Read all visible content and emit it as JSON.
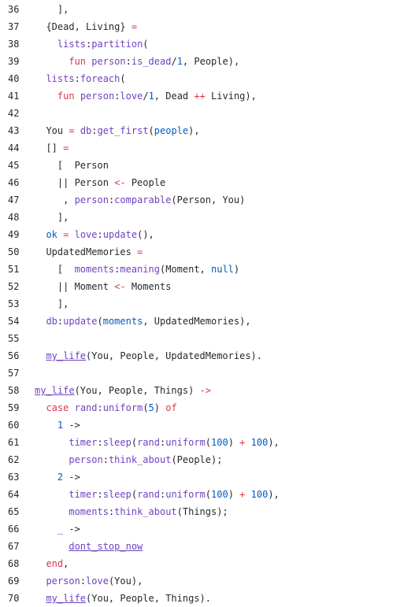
{
  "editor": {
    "lines": [
      {
        "n": "36",
        "t": [
          [
            "p",
            "    ],"
          ]
        ]
      },
      {
        "n": "37",
        "t": [
          [
            "p",
            "  {Dead, Living} "
          ],
          [
            "k",
            "="
          ]
        ]
      },
      {
        "n": "38",
        "t": [
          [
            "p",
            "    "
          ],
          [
            "f",
            "lists"
          ],
          [
            "p",
            ":"
          ],
          [
            "f",
            "partition"
          ],
          [
            "p",
            "("
          ]
        ]
      },
      {
        "n": "39",
        "t": [
          [
            "p",
            "      "
          ],
          [
            "k",
            "fun"
          ],
          [
            "p",
            " "
          ],
          [
            "f",
            "person"
          ],
          [
            "p",
            ":"
          ],
          [
            "f",
            "is_dead"
          ],
          [
            "p",
            "/"
          ],
          [
            "n",
            "1"
          ],
          [
            "p",
            ", People),"
          ]
        ]
      },
      {
        "n": "40",
        "t": [
          [
            "p",
            "  "
          ],
          [
            "f",
            "lists"
          ],
          [
            "p",
            ":"
          ],
          [
            "f",
            "foreach"
          ],
          [
            "p",
            "("
          ]
        ]
      },
      {
        "n": "41",
        "t": [
          [
            "p",
            "    "
          ],
          [
            "k",
            "fun"
          ],
          [
            "p",
            " "
          ],
          [
            "f",
            "person"
          ],
          [
            "p",
            ":"
          ],
          [
            "f",
            "love"
          ],
          [
            "p",
            "/"
          ],
          [
            "n",
            "1"
          ],
          [
            "p",
            ", Dead "
          ],
          [
            "k",
            "++"
          ],
          [
            "p",
            " Living),"
          ]
        ]
      },
      {
        "n": "42",
        "t": []
      },
      {
        "n": "43",
        "t": [
          [
            "p",
            "  You "
          ],
          [
            "k",
            "="
          ],
          [
            "p",
            " "
          ],
          [
            "f",
            "db"
          ],
          [
            "p",
            ":"
          ],
          [
            "f",
            "get_first"
          ],
          [
            "p",
            "("
          ],
          [
            "v",
            "people"
          ],
          [
            "p",
            "),"
          ]
        ]
      },
      {
        "n": "44",
        "t": [
          [
            "p",
            "  [] "
          ],
          [
            "k",
            "="
          ]
        ]
      },
      {
        "n": "45",
        "t": [
          [
            "p",
            "    [  Person"
          ]
        ]
      },
      {
        "n": "46",
        "t": [
          [
            "p",
            "    || Person "
          ],
          [
            "k",
            "<-"
          ],
          [
            "p",
            " People"
          ]
        ]
      },
      {
        "n": "47",
        "t": [
          [
            "p",
            "     , "
          ],
          [
            "f",
            "person"
          ],
          [
            "p",
            ":"
          ],
          [
            "f",
            "comparable"
          ],
          [
            "p",
            "(Person, You)"
          ]
        ]
      },
      {
        "n": "48",
        "t": [
          [
            "p",
            "    ],"
          ]
        ]
      },
      {
        "n": "49",
        "t": [
          [
            "p",
            "  "
          ],
          [
            "v",
            "ok"
          ],
          [
            "p",
            " "
          ],
          [
            "k",
            "="
          ],
          [
            "p",
            " "
          ],
          [
            "f",
            "love"
          ],
          [
            "p",
            ":"
          ],
          [
            "f",
            "update"
          ],
          [
            "p",
            "(),"
          ]
        ]
      },
      {
        "n": "50",
        "t": [
          [
            "p",
            "  UpdatedMemories "
          ],
          [
            "k",
            "="
          ]
        ]
      },
      {
        "n": "51",
        "t": [
          [
            "p",
            "    [  "
          ],
          [
            "f",
            "moments"
          ],
          [
            "p",
            ":"
          ],
          [
            "f",
            "meaning"
          ],
          [
            "p",
            "(Moment, "
          ],
          [
            "v",
            "null"
          ],
          [
            "p",
            ")"
          ]
        ]
      },
      {
        "n": "52",
        "t": [
          [
            "p",
            "    || Moment "
          ],
          [
            "k",
            "<-"
          ],
          [
            "p",
            " Moments"
          ]
        ]
      },
      {
        "n": "53",
        "t": [
          [
            "p",
            "    ],"
          ]
        ]
      },
      {
        "n": "54",
        "t": [
          [
            "p",
            "  "
          ],
          [
            "f",
            "db"
          ],
          [
            "p",
            ":"
          ],
          [
            "f",
            "update"
          ],
          [
            "p",
            "("
          ],
          [
            "v",
            "moments"
          ],
          [
            "p",
            ", UpdatedMemories),"
          ]
        ]
      },
      {
        "n": "55",
        "t": []
      },
      {
        "n": "56",
        "t": [
          [
            "p",
            "  "
          ],
          [
            "u",
            "my_life"
          ],
          [
            "p",
            "(You, People, UpdatedMemories)."
          ]
        ]
      },
      {
        "n": "57",
        "t": []
      },
      {
        "n": "58",
        "t": [
          [
            "u",
            "my_life"
          ],
          [
            "p",
            "(You, People, Things) "
          ],
          [
            "k",
            "->"
          ]
        ]
      },
      {
        "n": "59",
        "t": [
          [
            "p",
            "  "
          ],
          [
            "k",
            "case"
          ],
          [
            "p",
            " "
          ],
          [
            "f",
            "rand"
          ],
          [
            "p",
            ":"
          ],
          [
            "f",
            "uniform"
          ],
          [
            "p",
            "("
          ],
          [
            "n",
            "5"
          ],
          [
            "p",
            ") "
          ],
          [
            "k",
            "of"
          ]
        ]
      },
      {
        "n": "60",
        "t": [
          [
            "p",
            "    "
          ],
          [
            "n",
            "1"
          ],
          [
            "p",
            " ->"
          ]
        ]
      },
      {
        "n": "61",
        "t": [
          [
            "p",
            "      "
          ],
          [
            "f",
            "timer"
          ],
          [
            "p",
            ":"
          ],
          [
            "f",
            "sleep"
          ],
          [
            "p",
            "("
          ],
          [
            "f",
            "rand"
          ],
          [
            "p",
            ":"
          ],
          [
            "f",
            "uniform"
          ],
          [
            "p",
            "("
          ],
          [
            "n",
            "100"
          ],
          [
            "p",
            ") "
          ],
          [
            "k",
            "+"
          ],
          [
            "p",
            " "
          ],
          [
            "n",
            "100"
          ],
          [
            "p",
            "),"
          ]
        ]
      },
      {
        "n": "62",
        "t": [
          [
            "p",
            "      "
          ],
          [
            "f",
            "person"
          ],
          [
            "p",
            ":"
          ],
          [
            "f",
            "think_about"
          ],
          [
            "p",
            "(People);"
          ]
        ]
      },
      {
        "n": "63",
        "t": [
          [
            "p",
            "    "
          ],
          [
            "n",
            "2"
          ],
          [
            "p",
            " ->"
          ]
        ]
      },
      {
        "n": "64",
        "t": [
          [
            "p",
            "      "
          ],
          [
            "f",
            "timer"
          ],
          [
            "p",
            ":"
          ],
          [
            "f",
            "sleep"
          ],
          [
            "p",
            "("
          ],
          [
            "f",
            "rand"
          ],
          [
            "p",
            ":"
          ],
          [
            "f",
            "uniform"
          ],
          [
            "p",
            "("
          ],
          [
            "n",
            "100"
          ],
          [
            "p",
            ") "
          ],
          [
            "k",
            "+"
          ],
          [
            "p",
            " "
          ],
          [
            "n",
            "100"
          ],
          [
            "p",
            "),"
          ]
        ]
      },
      {
        "n": "65",
        "t": [
          [
            "p",
            "      "
          ],
          [
            "f",
            "moments"
          ],
          [
            "p",
            ":"
          ],
          [
            "f",
            "think_about"
          ],
          [
            "p",
            "(Things);"
          ]
        ]
      },
      {
        "n": "66",
        "t": [
          [
            "p",
            "    "
          ],
          [
            "v",
            "_"
          ],
          [
            "p",
            " ->"
          ]
        ]
      },
      {
        "n": "67",
        "t": [
          [
            "p",
            "      "
          ],
          [
            "u",
            "dont_stop_now"
          ]
        ]
      },
      {
        "n": "68",
        "t": [
          [
            "p",
            "  "
          ],
          [
            "k",
            "end"
          ],
          [
            "p",
            ","
          ]
        ]
      },
      {
        "n": "69",
        "t": [
          [
            "p",
            "  "
          ],
          [
            "f",
            "person"
          ],
          [
            "p",
            ":"
          ],
          [
            "f",
            "love"
          ],
          [
            "p",
            "(You),"
          ]
        ]
      },
      {
        "n": "70",
        "t": [
          [
            "p",
            "  "
          ],
          [
            "u",
            "my_life"
          ],
          [
            "p",
            "(You, People, Things)."
          ]
        ]
      }
    ],
    "colors": {
      "plain": "#24292e",
      "keyword": "#d73a49",
      "function": "#6f42c1",
      "variable": "#005cc5",
      "number": "#005cc5",
      "background": "#ffffff"
    }
  }
}
